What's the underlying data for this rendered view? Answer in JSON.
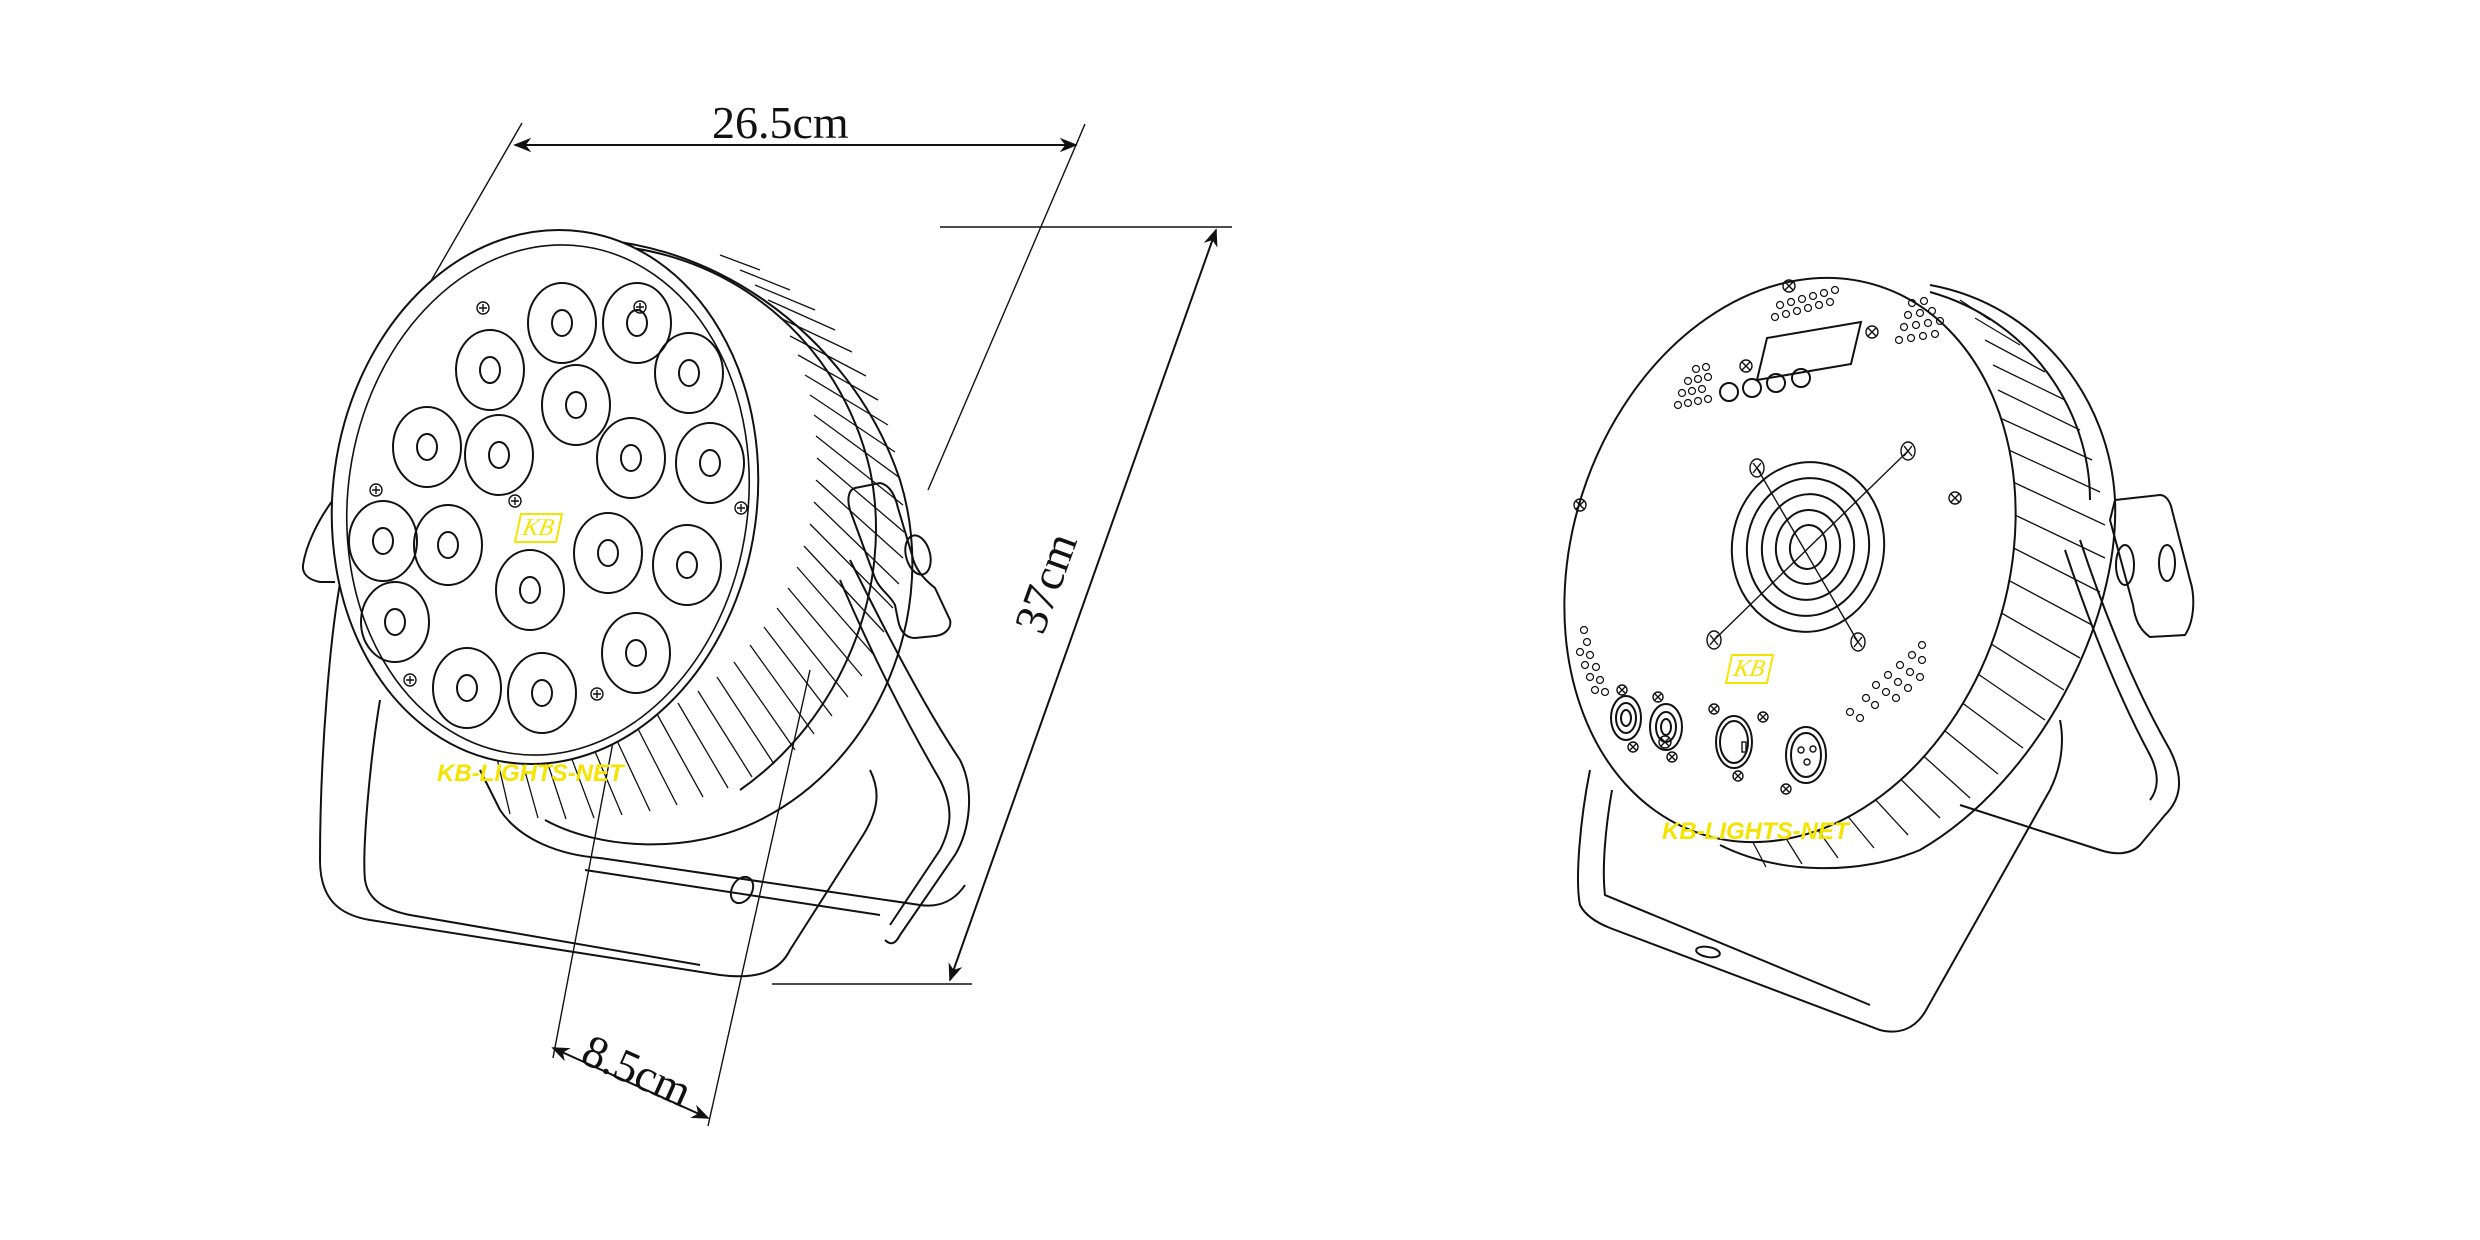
{
  "diagram": {
    "title": "LED Par Light dimension drawing",
    "views": [
      {
        "id": "front",
        "description": "Front view with 18 LED lenses"
      },
      {
        "id": "back",
        "description": "Rear view with fan, display, buttons and connectors"
      }
    ],
    "dimensions": {
      "width": "26.5cm",
      "height": "37cm",
      "depth": "8.5cm"
    },
    "watermark": {
      "text": "KB-LIGHTS-NET",
      "color": "#f5e400"
    },
    "logo": {
      "text": "KB",
      "color": "#f5e400"
    },
    "front_view": {
      "led_count": 18,
      "screw_count": 7
    },
    "back_view": {
      "display_count": 1,
      "button_count": 4,
      "fan_count": 1,
      "connectors": [
        "power-in",
        "power-out",
        "dmx-in",
        "dmx-out"
      ]
    },
    "colors": {
      "line": "#111111",
      "background": "#ffffff",
      "accent": "#f5e400"
    }
  }
}
